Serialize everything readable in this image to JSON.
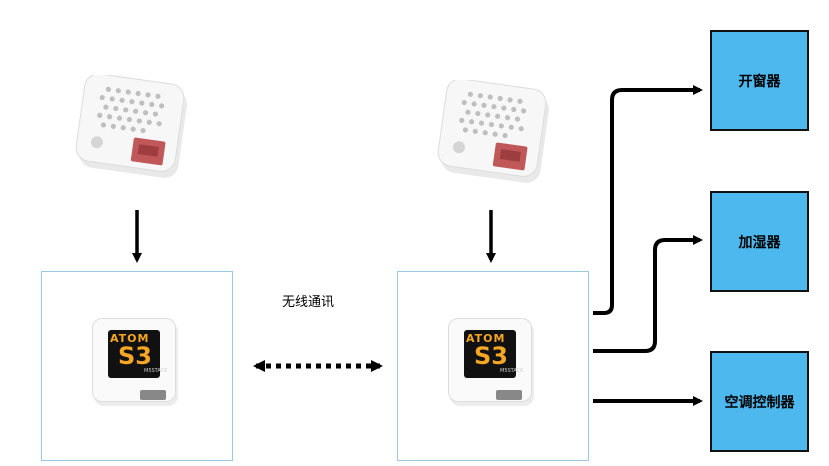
{
  "communication": {
    "label": "无线通讯"
  },
  "devices": {
    "left_controller": {
      "brand": "ATOM",
      "model": "S3",
      "maker": "M5STACK"
    },
    "right_controller": {
      "brand": "ATOM",
      "model": "S3",
      "maker": "M5STACK"
    }
  },
  "actuators": [
    {
      "label": "开窗器"
    },
    {
      "label": "加湿器"
    },
    {
      "label": "空调控制器"
    }
  ],
  "colors": {
    "actuator_fill": "#4db8ed",
    "device_border": "#9cc9de",
    "sensor_body": "#f1f1f1",
    "connector": "#c0585a",
    "arrow": "#000000"
  },
  "icons": [
    "sensor-unit-icon",
    "atom-s3-controller-icon"
  ]
}
